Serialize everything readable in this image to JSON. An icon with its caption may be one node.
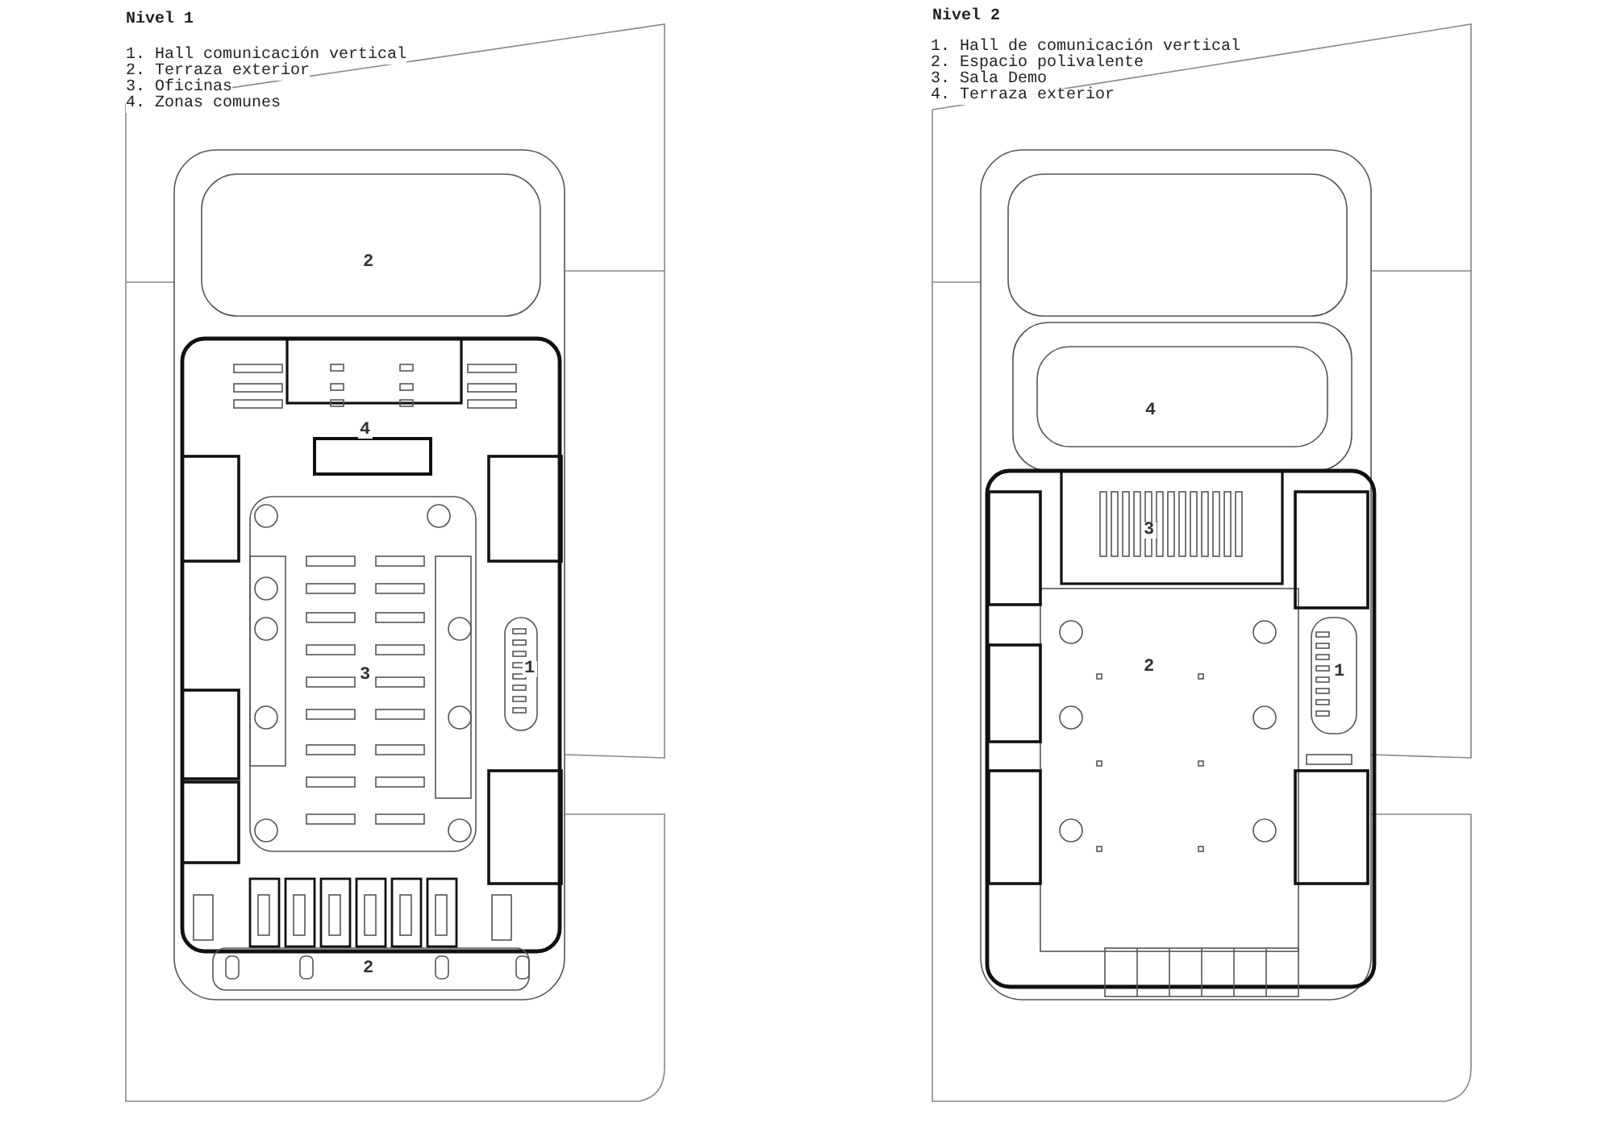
{
  "diagram": {
    "labels": [
      "Nivel 1",
      "1. Hall comunicación vertical",
      "2. Terraza exterior",
      "3. Oficinas",
      "4. Zonas comunes",
      "Nivel 2",
      "1. Hall de comunicación vertical",
      "2. Espacio polivalente",
      "3. Sala Demo",
      "4. Terraza exterior",
      "2",
      "4",
      "3",
      "1",
      "2",
      "4",
      "3",
      "2",
      "1"
    ]
  }
}
